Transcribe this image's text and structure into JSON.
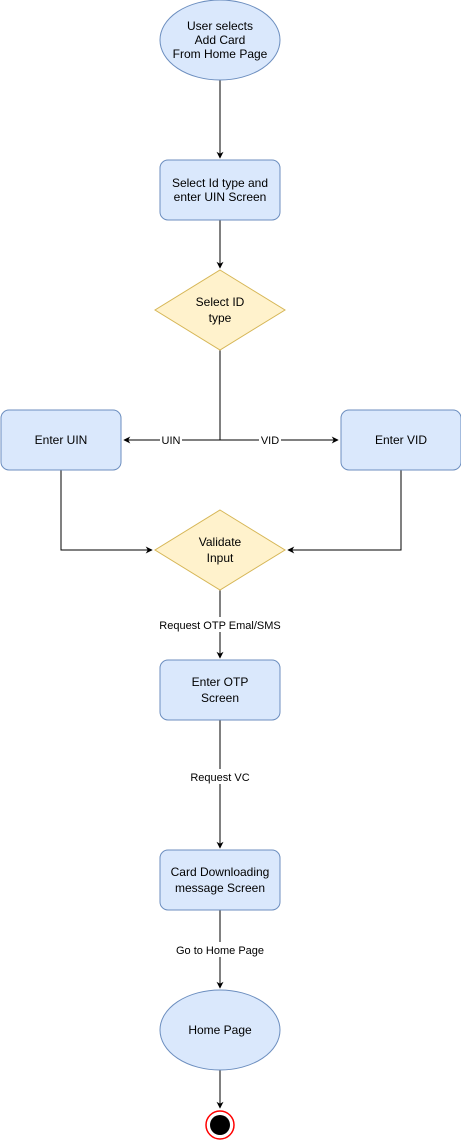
{
  "nodes": {
    "start": [
      "User selects",
      "Add Card",
      "From Home Page"
    ],
    "select_screen": [
      "Select Id type and",
      "enter UIN Screen"
    ],
    "select_id_type": [
      "Select ID",
      "type"
    ],
    "enter_uin": [
      "Enter UIN"
    ],
    "enter_vid": [
      "Enter VID"
    ],
    "validate_input": [
      "Validate",
      "Input"
    ],
    "enter_otp": [
      "Enter OTP",
      "Screen"
    ],
    "card_downloading": [
      "Card Downloading",
      "message Screen"
    ],
    "home_page": [
      "Home Page"
    ]
  },
  "edges": {
    "uin": "UIN",
    "vid": "VID",
    "request_otp": "Request OTP Emal/SMS",
    "request_vc": "Request VC",
    "go_home": "Go to Home Page"
  },
  "colors": {
    "process_fill": "#dae8fc",
    "process_stroke": "#6c8ebf",
    "decision_fill": "#fff2cc",
    "decision_stroke": "#d6b656",
    "end_ring": "#ff0000",
    "end_core": "#000000"
  }
}
